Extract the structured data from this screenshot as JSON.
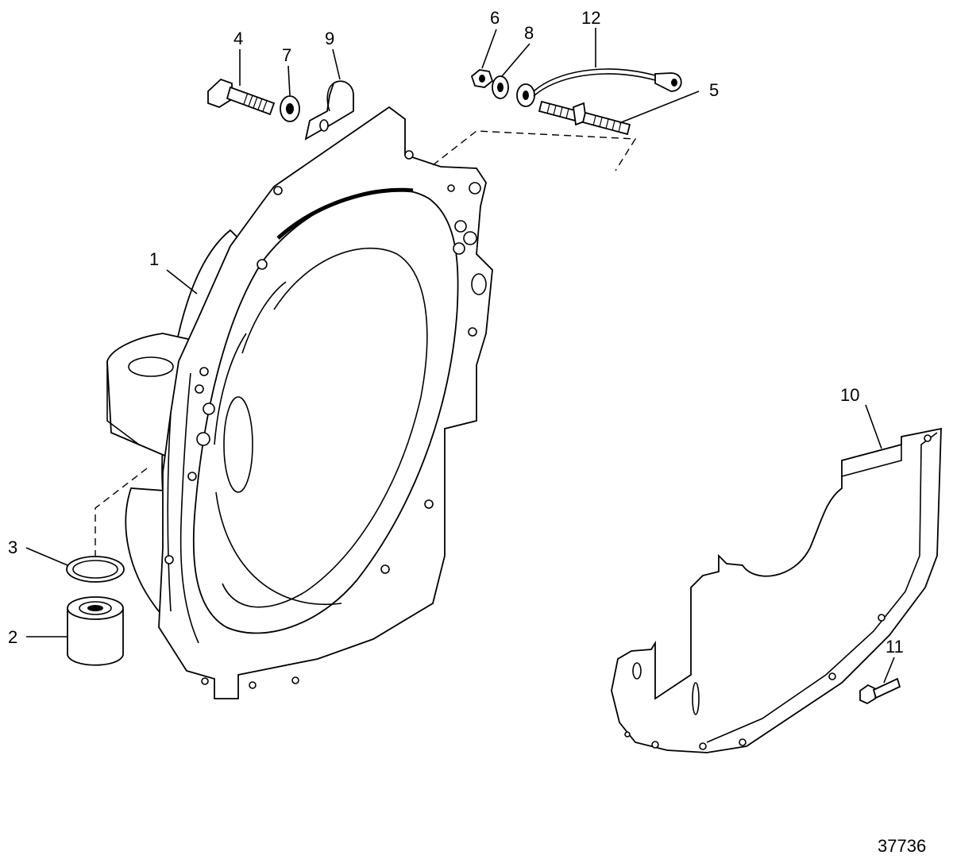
{
  "callouts": {
    "c1": "1",
    "c2": "2",
    "c3": "3",
    "c4": "4",
    "c5": "5",
    "c6": "6",
    "c7": "7",
    "c8": "8",
    "c9": "9",
    "c10": "10",
    "c11": "11",
    "c12": "12"
  },
  "figure_number": "37736"
}
